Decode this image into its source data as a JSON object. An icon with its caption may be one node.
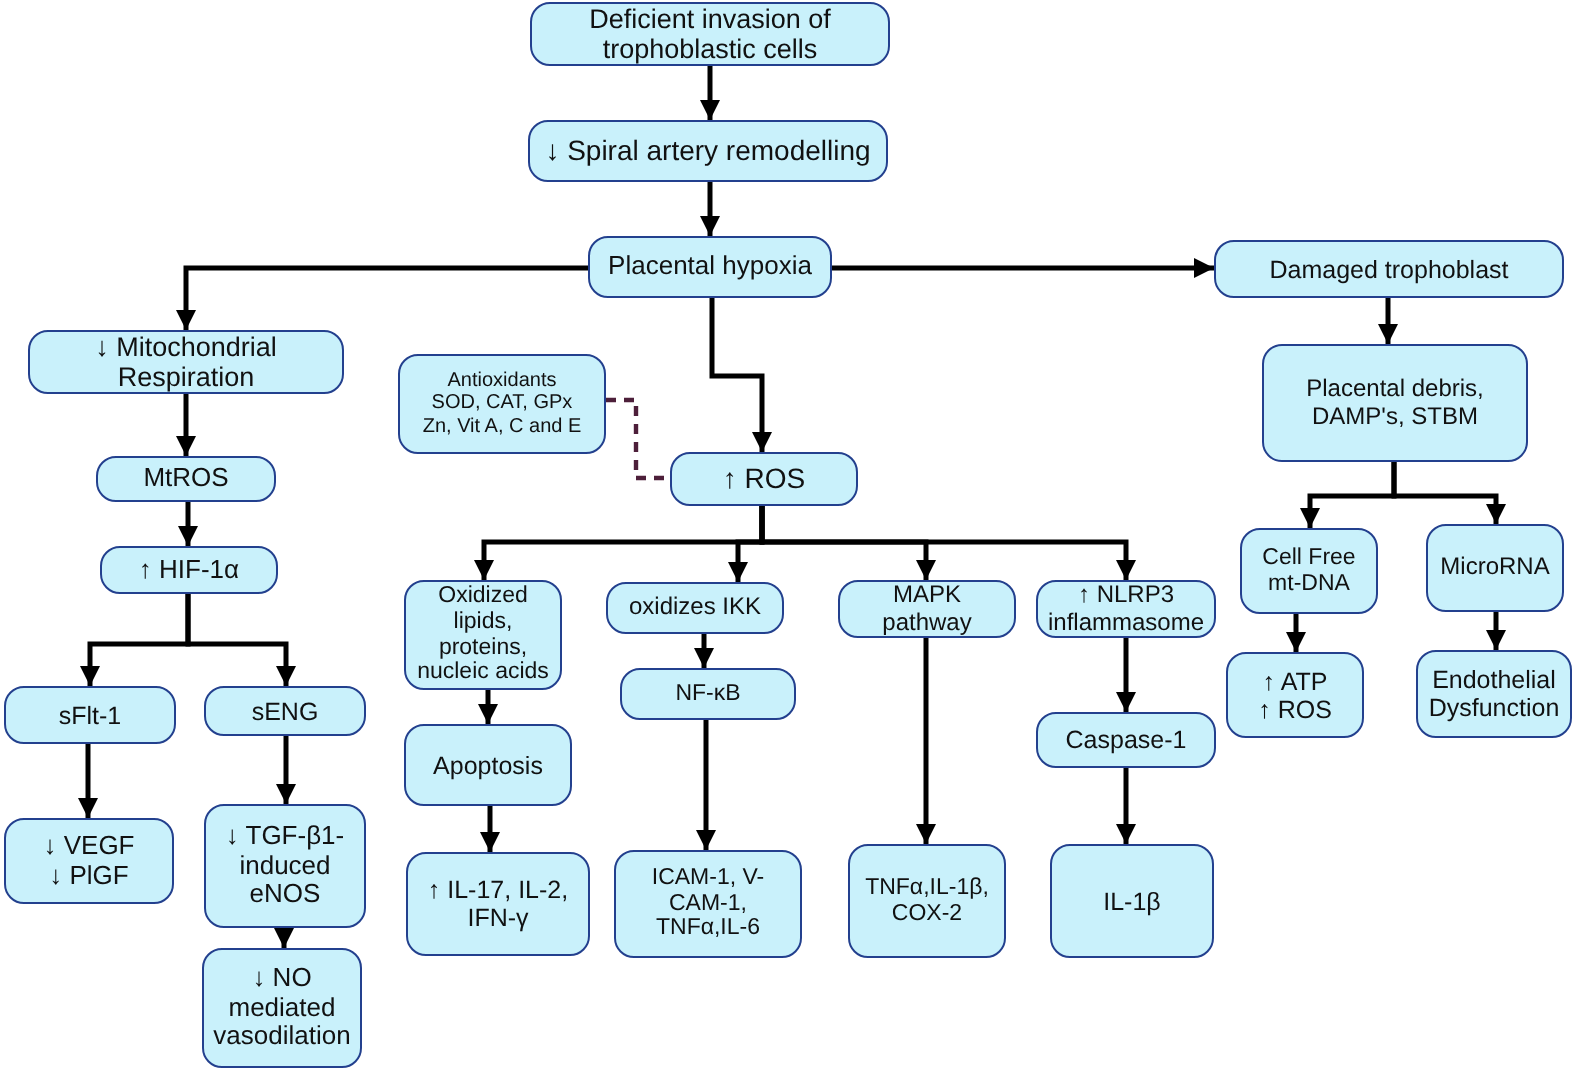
{
  "diagram": {
    "nodes": [
      {
        "text": [
          "Deficient invasion of trophoblastic cells"
        ]
      },
      {
        "text": [
          "↓ Spiral artery remodelling"
        ]
      },
      {
        "text": [
          "Placental hypoxia"
        ]
      },
      {
        "text": [
          "Damaged trophoblast"
        ]
      },
      {
        "text": [
          "↓ Mitochondrial Respiration"
        ]
      },
      {
        "text": [
          "Antioxidants",
          "SOD, CAT, GPx",
          "Zn, Vit A, C and E"
        ]
      },
      {
        "text": [
          "Placental debris, DAMP's, STBM"
        ]
      },
      {
        "text": [
          "MtROS"
        ]
      },
      {
        "text": [
          "↑ ROS"
        ]
      },
      {
        "text": [
          "Cell Free mt-DNA"
        ]
      },
      {
        "text": [
          "MicroRNA"
        ]
      },
      {
        "text": [
          "↑ HIF-1α"
        ]
      },
      {
        "text": [
          "Oxidized lipids, proteins, nucleic acids"
        ]
      },
      {
        "text": [
          "oxidizes IKK"
        ]
      },
      {
        "text": [
          "MAPK pathway"
        ]
      },
      {
        "text": [
          "↑ NLRP3 inflammasome"
        ]
      },
      {
        "text": [
          "↑ ATP",
          "↑ ROS"
        ]
      },
      {
        "text": [
          "Endothelial Dysfunction"
        ]
      },
      {
        "text": [
          "NF-κB"
        ]
      },
      {
        "text": [
          "sFlt-1"
        ]
      },
      {
        "text": [
          "sENG"
        ]
      },
      {
        "text": [
          "Caspase-1"
        ]
      },
      {
        "text": [
          "Apoptosis"
        ]
      },
      {
        "text": [
          "↓ VEGF",
          "↓ PlGF"
        ]
      },
      {
        "text": [
          "↓ TGF-β1- induced eNOS"
        ]
      },
      {
        "text": [
          "↑ IL-17, IL-2, IFN-γ"
        ]
      },
      {
        "text": [
          "ICAM-1, V- CAM-1, TNFα,IL-6"
        ]
      },
      {
        "text": [
          "TNFα,IL-1β, COX-2"
        ]
      },
      {
        "text": [
          "IL-1β"
        ]
      },
      {
        "text": [
          "↓ NO mediated vasodilation"
        ]
      }
    ],
    "edges": [
      {
        "from": 0,
        "to": 1,
        "arrow": "to"
      },
      {
        "from": 1,
        "to": 2,
        "arrow": "to"
      },
      {
        "from": 2,
        "to": 4,
        "arrow": "to"
      },
      {
        "from": 2,
        "to": 3,
        "arrow": "to"
      },
      {
        "from": 2,
        "to": 8,
        "arrow": "to"
      },
      {
        "from": 5,
        "to": 8,
        "arrow": "none",
        "style": "dashed",
        "color": "#4d1f3a"
      },
      {
        "from": 3,
        "to": 6,
        "arrow": "to"
      },
      {
        "from": 4,
        "to": 7,
        "arrow": "to"
      },
      {
        "from": 7,
        "to": 11,
        "arrow": "to"
      },
      {
        "from": 6,
        "to": 9,
        "arrow": "to"
      },
      {
        "from": 6,
        "to": 10,
        "arrow": "to"
      },
      {
        "from": 11,
        "to": 19,
        "arrow": "to"
      },
      {
        "from": 11,
        "to": 20,
        "arrow": "to"
      },
      {
        "from": 8,
        "to": 12,
        "arrow": "to"
      },
      {
        "from": 8,
        "to": 13,
        "arrow": "to"
      },
      {
        "from": 8,
        "to": 14,
        "arrow": "to"
      },
      {
        "from": 8,
        "to": 15,
        "arrow": "to"
      },
      {
        "from": 9,
        "to": 16,
        "arrow": "to"
      },
      {
        "from": 10,
        "to": 17,
        "arrow": "to"
      },
      {
        "from": 13,
        "to": 18,
        "arrow": "to"
      },
      {
        "from": 12,
        "to": 22,
        "arrow": "to"
      },
      {
        "from": 15,
        "to": 21,
        "arrow": "to"
      },
      {
        "from": 19,
        "to": 23,
        "arrow": "to"
      },
      {
        "from": 20,
        "to": 24,
        "arrow": "to"
      },
      {
        "from": 22,
        "to": 25,
        "arrow": "to"
      },
      {
        "from": 18,
        "to": 26,
        "arrow": "to"
      },
      {
        "from": 14,
        "to": 27,
        "arrow": "to"
      },
      {
        "from": 21,
        "to": 28,
        "arrow": "to"
      },
      {
        "from": 24,
        "to": 29,
        "arrow": "to"
      }
    ]
  }
}
